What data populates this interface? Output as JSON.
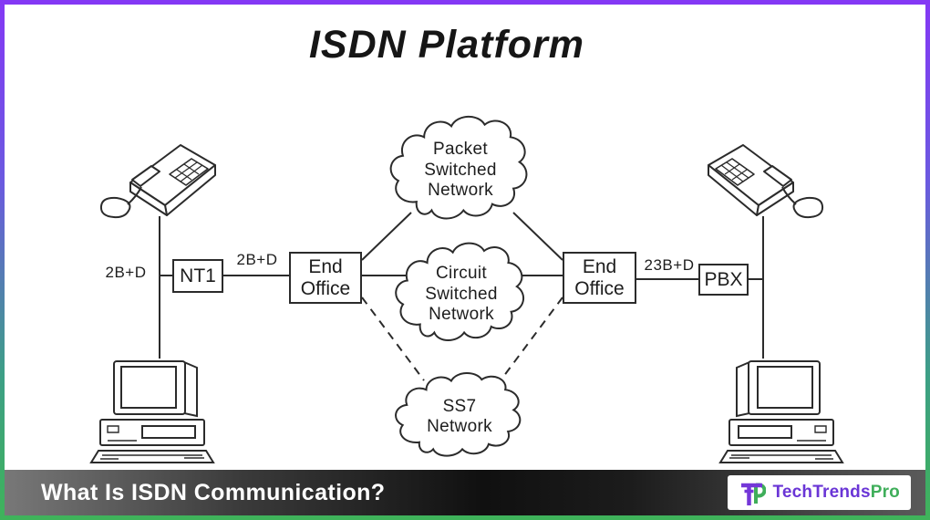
{
  "title": "ISDN Platform",
  "diagram": {
    "clouds": {
      "packet": {
        "lines": [
          "Packet",
          "Switched",
          "Network"
        ]
      },
      "circuit": {
        "lines": [
          "Circuit",
          "Switched",
          "Network"
        ]
      },
      "ss7": {
        "lines": [
          "SS7",
          "Network"
        ]
      }
    },
    "boxes": {
      "nt1": "NT1",
      "end_office_left": {
        "lines": [
          "End",
          "Office"
        ]
      },
      "end_office_right": {
        "lines": [
          "End",
          "Office"
        ]
      },
      "pbx": "PBX"
    },
    "link_labels": {
      "left": "2B+D",
      "middle": "2B+D",
      "right": "23B+D"
    }
  },
  "footer": {
    "caption": "What Is ISDN Communication?",
    "logo": {
      "brand_primary": "TechTrends",
      "brand_secondary": "Pro",
      "primary_color": "#6a35d6",
      "secondary_color": "#3fae5a"
    }
  },
  "colors": {
    "frame_border_top": "#8438f5",
    "frame_border_bottom": "#3fb35a",
    "diagram_ink": "#2b2b2b",
    "footer_text": "#ffffff"
  }
}
